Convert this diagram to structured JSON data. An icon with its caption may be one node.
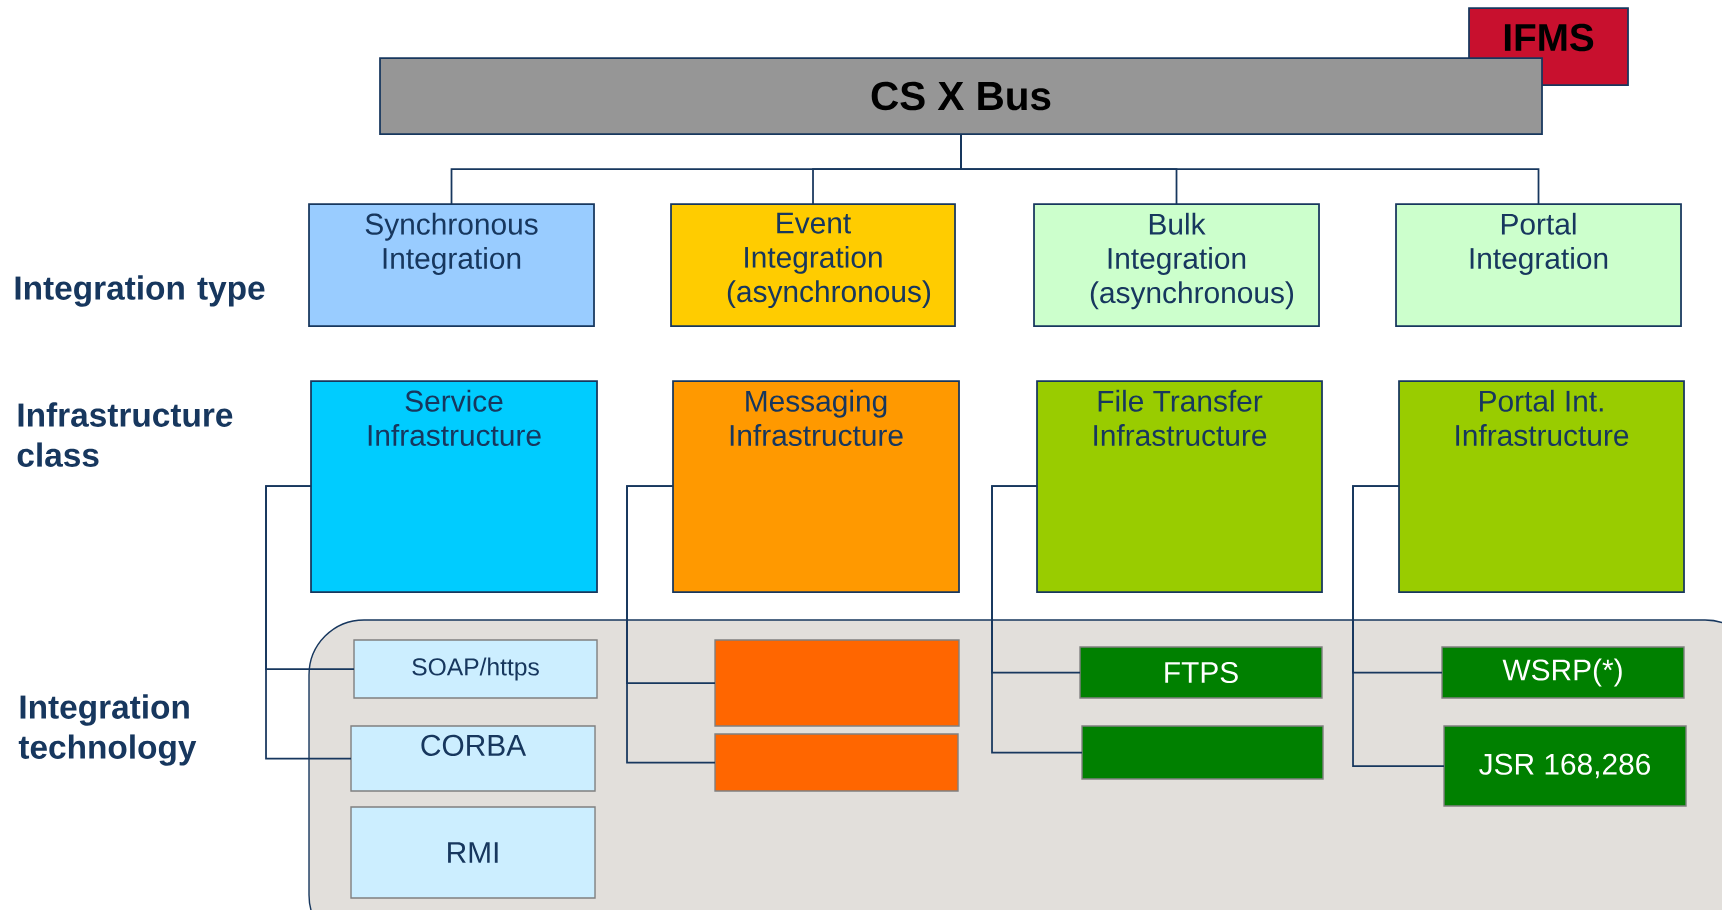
{
  "diagram": {
    "nodes": [
      {
        "text": [
          "IFMS"
        ]
      },
      {
        "text": [
          "CS X Bus"
        ]
      },
      {
        "text": [
          "Synchronous Integration"
        ]
      },
      {
        "text": [
          "Event Integration (asynchronous)"
        ]
      },
      {
        "text": [
          "Bulk Integration (asynchronous)"
        ]
      },
      {
        "text": [
          "Portal Integration"
        ]
      },
      {
        "text": [
          "Service Infrastructure"
        ]
      },
      {
        "text": [
          "Messaging Infrastructure"
        ]
      },
      {
        "text": [
          "File Transfer Infrastructure"
        ]
      },
      {
        "text": [
          "Portal Int. Infrastructure"
        ]
      },
      {
        "text": [
          "SOAP/https"
        ]
      },
      {
        "text": [
          "CORBA"
        ]
      },
      {
        "text": [
          "RMI"
        ]
      },
      {
        "text": [],
        "shape": "box"
      },
      {
        "text": [],
        "shape": "box"
      },
      {
        "text": [
          "FTPS"
        ]
      },
      {
        "text": [],
        "shape": "box"
      },
      {
        "text": [
          "WSRP(*)"
        ]
      },
      {
        "text": [
          "JSR 168,286"
        ]
      }
    ],
    "edges": [
      {
        "from": 1,
        "to": 2,
        "arrow": "none"
      },
      {
        "from": 1,
        "to": 3,
        "arrow": "none"
      },
      {
        "from": 1,
        "to": 4,
        "arrow": "none"
      },
      {
        "from": 1,
        "to": 5,
        "arrow": "none"
      },
      {
        "from": 6,
        "to": 10,
        "arrow": "none"
      },
      {
        "from": 6,
        "to": 11,
        "arrow": "none"
      },
      {
        "from": 7,
        "to": 13,
        "arrow": "none"
      },
      {
        "from": 7,
        "to": 14,
        "arrow": "none"
      },
      {
        "from": 8,
        "to": 15,
        "arrow": "none"
      },
      {
        "from": 8,
        "to": 16,
        "arrow": "none"
      },
      {
        "from": 9,
        "to": 17,
        "arrow": "none"
      },
      {
        "from": 9,
        "to": 18,
        "arrow": "none"
      }
    ],
    "labels": [
      "Integration type",
      "Infrastructure class",
      "Integration technology"
    ]
  }
}
